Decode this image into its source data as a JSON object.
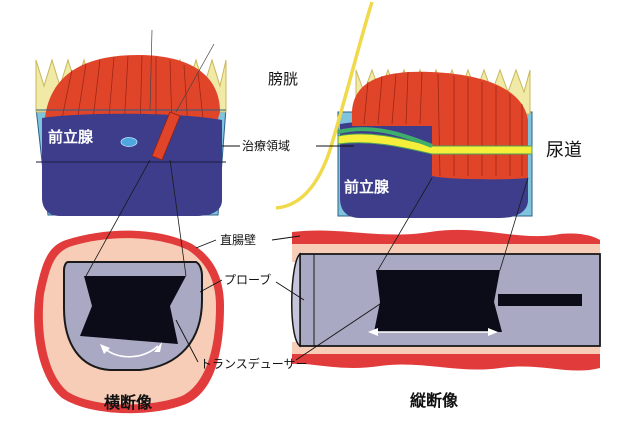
{
  "labels": {
    "bladder": "膀胱",
    "treatment_area": "治療領域",
    "prostate_left": "前立腺",
    "prostate_right": "前立腺",
    "urethra": "尿道",
    "rectal_wall": "直腸壁",
    "probe": "プローブ",
    "transducer": "トランスデューサー",
    "transverse_view": "横断像",
    "longitudinal_view": "縦断像"
  },
  "colors": {
    "prostate": "#3d3d8c",
    "muscle": "#e0452a",
    "bladder_wall": "#f1e9a6",
    "fluid": "#7ec4dd",
    "urethra": "#f5ee3a",
    "rectal_wall": "#e23b3b",
    "rectal_tissue": "#f7cdb8",
    "probe": "#a9a9c4",
    "transducer": "#0c0c18"
  }
}
